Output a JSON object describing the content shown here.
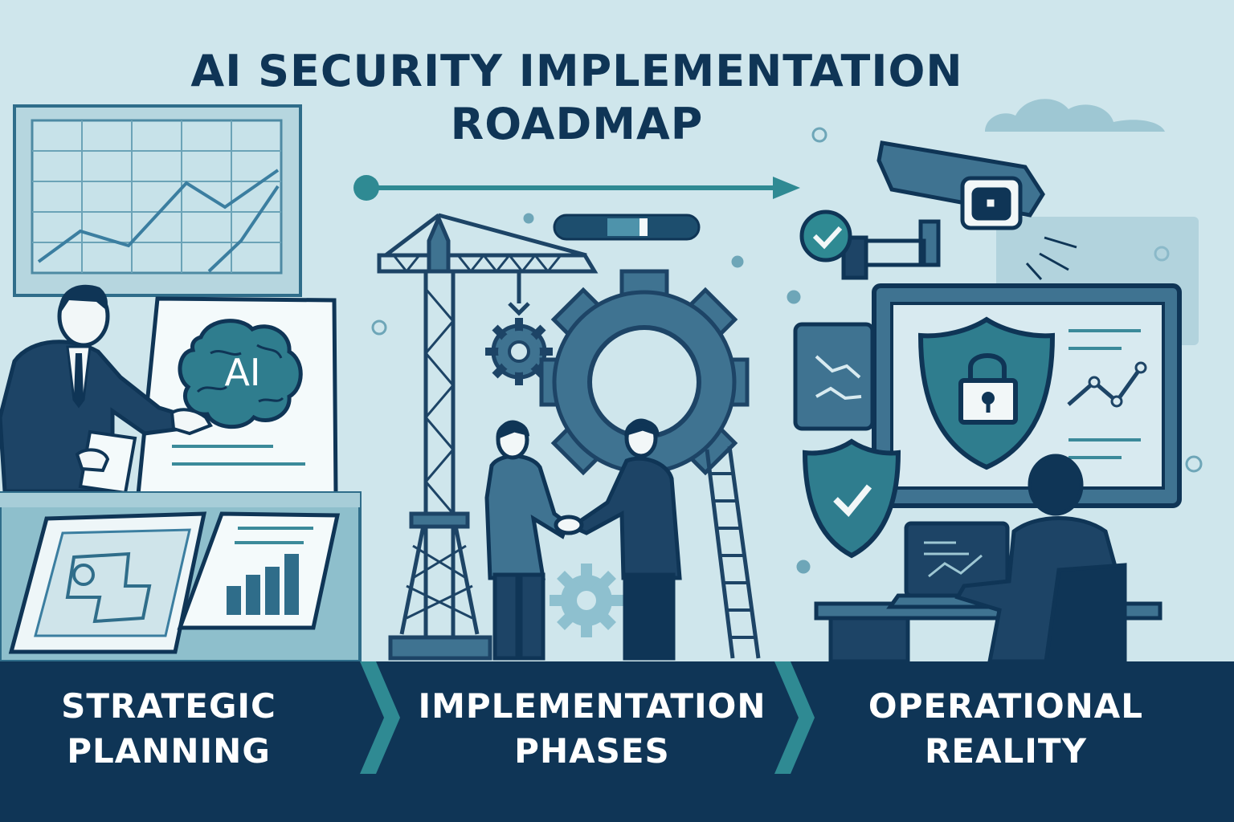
{
  "title": {
    "line1": "AI SECURITY IMPLEMENTATION",
    "line2": "ROADMAP"
  },
  "ai_badge": "AI",
  "stages": [
    {
      "line1": "STRATEGIC",
      "line2": "PLANNING"
    },
    {
      "line1": "IMPLEMENTATION",
      "line2": "PHASES"
    },
    {
      "line1": "OPERATIONAL",
      "line2": "REALITY"
    }
  ],
  "colors": {
    "background": "#cfe6ec",
    "navy": "#0f3556",
    "teal": "#2f8a93",
    "steel": "#3f7391",
    "band": "#0f3556",
    "band_arrow": "#2f8a93"
  },
  "icons": [
    "line-chart-icon",
    "brain-icon",
    "blueprint-icon",
    "bar-chart-icon",
    "crane-icon",
    "gear-icon",
    "handshake-icon",
    "ladder-icon",
    "security-camera-icon",
    "checkmark-icon",
    "shield-lock-icon",
    "shield-check-icon",
    "monitor-icon",
    "laptop-icon",
    "cloud-icon"
  ]
}
